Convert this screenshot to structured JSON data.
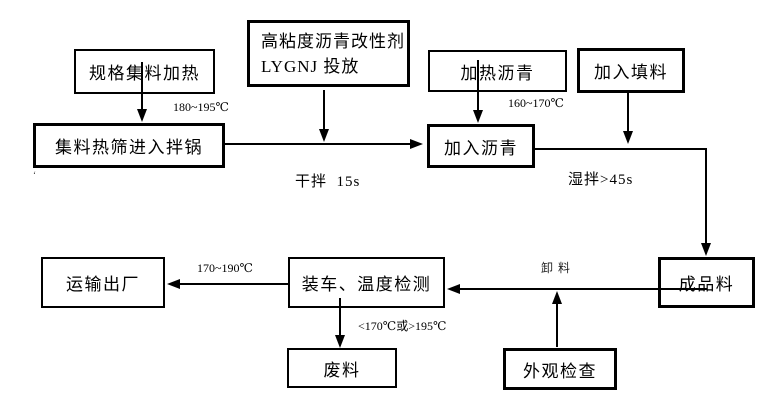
{
  "diagram": {
    "title": "asphalt-mixing-process-flowchart",
    "boxes": {
      "spec_aggregate_heating": "规格集料加热",
      "modifier_line1": "高粘度沥青改性剂",
      "modifier_line2": "LYGNJ 投放",
      "aggregate_screening": "集料热筛进入拌锅",
      "heat_asphalt": "加热沥青",
      "add_filler": "加入填料",
      "add_asphalt": "加入沥青",
      "finished_product": "成品料",
      "loading_temp_check": "装车、温度检测",
      "transport_out": "运输出厂",
      "waste": "废料",
      "visual_inspection": "外观检查"
    },
    "arrow_labels": {
      "temp_aggregate": "180~195℃",
      "temp_asphalt": "160~170℃",
      "dry_mix_time": "干拌  15s",
      "wet_mix_time": "湿拌>45s",
      "unload": "卸料",
      "temp_loading": "170~190℃",
      "temp_reject": "<170℃或>195℃",
      "stray_mark": "‘"
    },
    "colors": {
      "line": "#000000",
      "background": "#ffffff",
      "text": "#000000"
    }
  }
}
